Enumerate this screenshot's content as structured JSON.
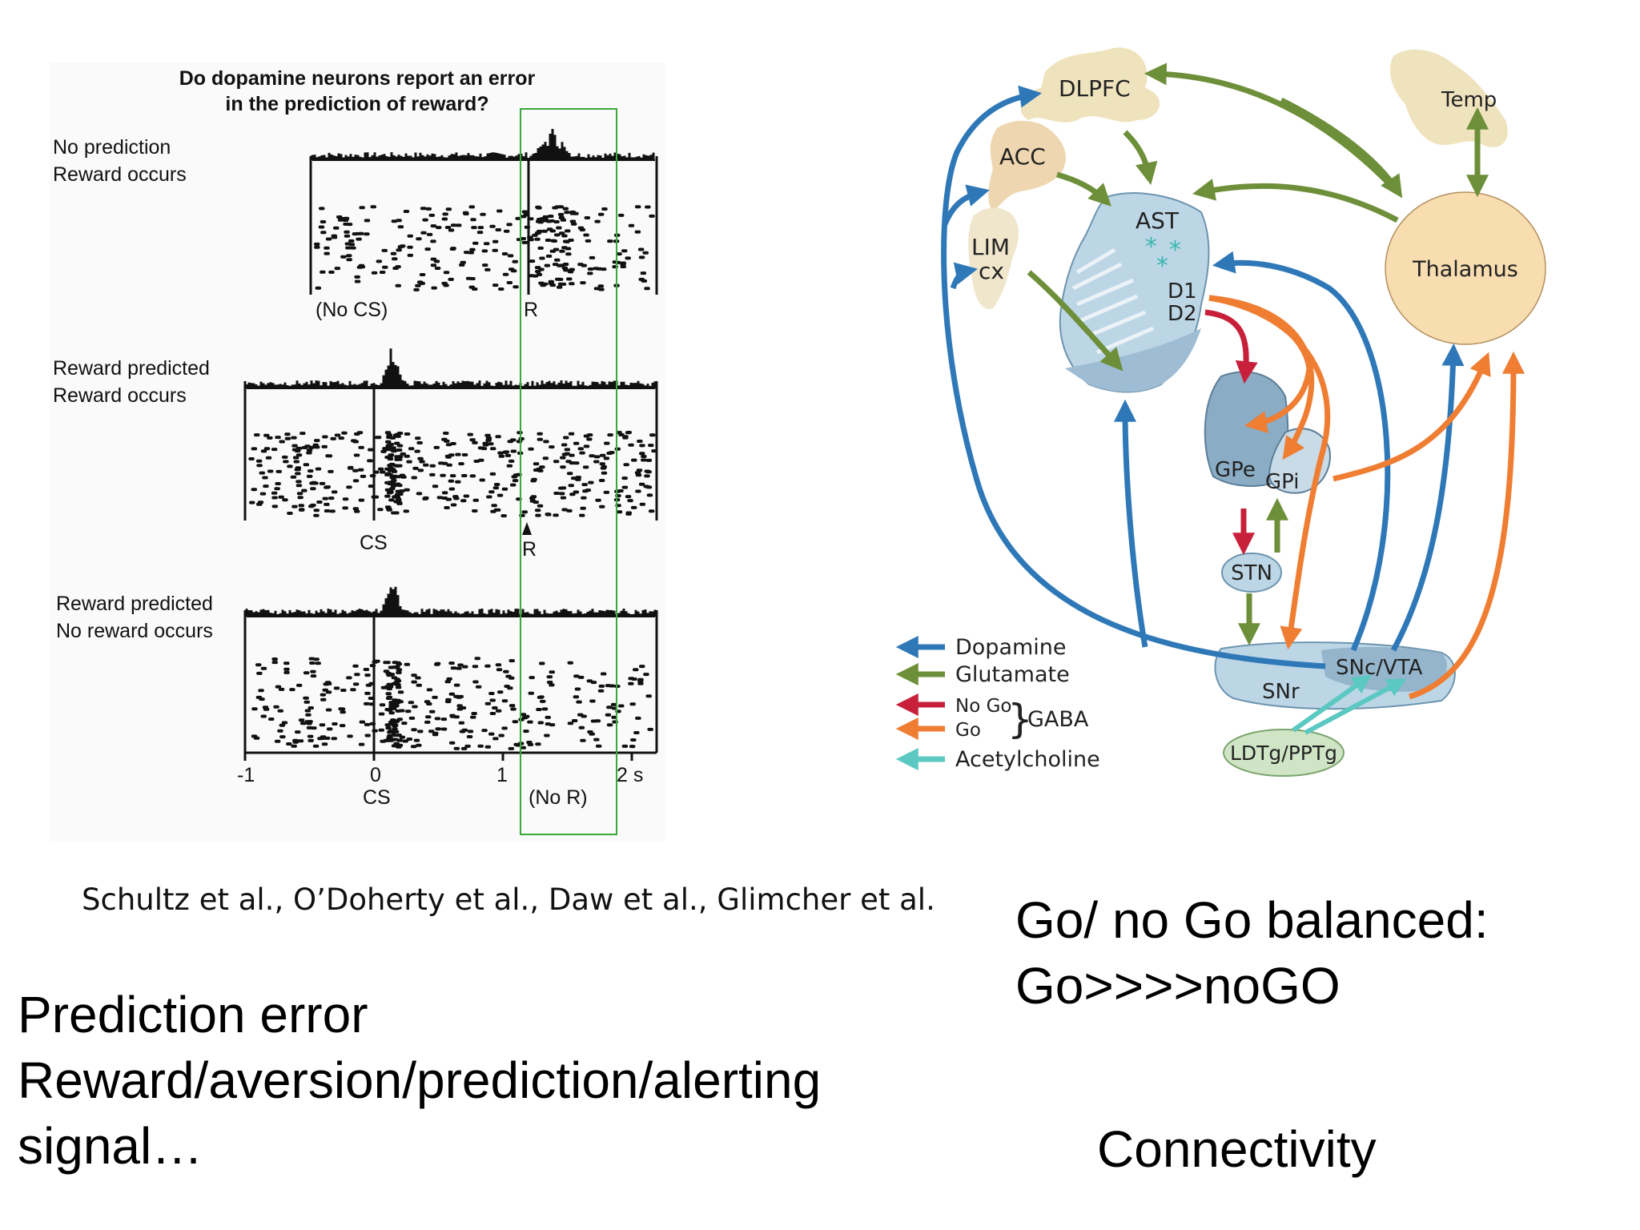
{
  "raster_figure": {
    "title_line1": "Do dopamine neurons report an error",
    "title_line2": "in the prediction of reward?",
    "panels": [
      {
        "label_line1": "No prediction",
        "label_line2": "Reward occurs",
        "marker_left": "(No CS)",
        "marker_right": "R"
      },
      {
        "label_line1": "Reward predicted",
        "label_line2": "Reward occurs",
        "marker_left": "CS",
        "marker_right": "R"
      },
      {
        "label_line1": "Reward predicted",
        "label_line2": "No reward occurs"
      }
    ],
    "x_ticks": [
      "-1",
      "0",
      "1",
      "2 s"
    ],
    "x_sub_label": "CS",
    "no_r_label": "(No R)",
    "highlight_color": "#3aa83a"
  },
  "circuit_diagram": {
    "regions": {
      "dlpfc": "DLPFC",
      "temp": "Temp",
      "acc": "ACC",
      "lim": "LIM",
      "cx": "cx",
      "ast": "AST",
      "d1": "D1",
      "d2": "D2",
      "thalamus": "Thalamus",
      "gpe": "GPe",
      "gpi": "GPi",
      "stn": "STN",
      "snc_vta": "SNc/VTA",
      "snr": "SNr",
      "ldtg": "LDTg/PPTg"
    },
    "legend": {
      "dopamine": "Dopamine",
      "glutamate": "Glutamate",
      "nogo": "No Go",
      "go": "Go",
      "gaba": "GABA",
      "acetylcholine": "Acetylcholine"
    },
    "colors": {
      "dopamine": "#2f78b8",
      "glutamate": "#6e8f3a",
      "nogo": "#c8203a",
      "go": "#ef7d32",
      "acetylcholine": "#5cc8c2"
    }
  },
  "citation": "Schultz et al., O’Doherty et al., Daw et al., Glimcher et al.",
  "left_caption": {
    "line1": "Prediction error",
    "line2": "Reward/aversion/prediction/alerting",
    "line3": "signal…"
  },
  "right_caption": {
    "line1": "Go/ no Go balanced:",
    "line2": "Go>>>>noGO",
    "line3": "Connectivity"
  }
}
